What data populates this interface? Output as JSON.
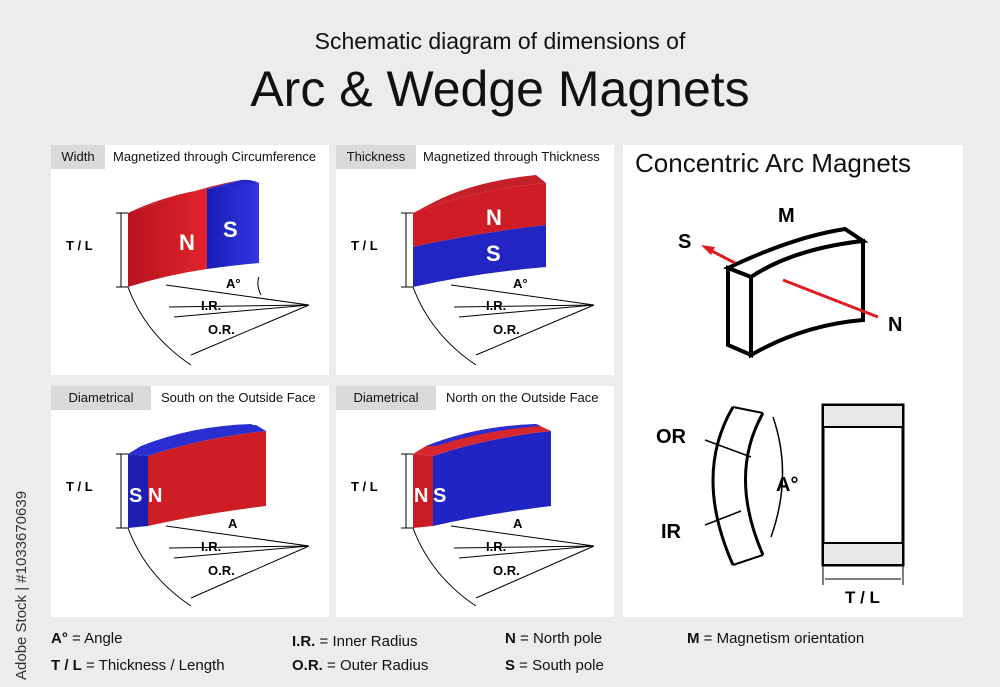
{
  "title": {
    "line1": "Schematic diagram of dimensions of",
    "line2": "Arc & Wedge Magnets"
  },
  "panels": [
    {
      "tag": "Width",
      "desc": "Magnetized through Circumference",
      "tl": "T / L",
      "angle": "A°",
      "ir": "I.R.",
      "or": "O.R.",
      "pole_left": "N",
      "pole_right": "S"
    },
    {
      "tag": "Thickness",
      "desc": "Magnetized through Thickness",
      "tl": "T / L",
      "angle": "A°",
      "ir": "I.R.",
      "or": "O.R.",
      "pole_top": "N",
      "pole_bottom": "S"
    },
    {
      "tag": "Diametrical",
      "desc": "South on the Outside Face",
      "tl": "T / L",
      "angle": "A",
      "ir": "I.R.",
      "or": "O.R.",
      "pole_left": "S",
      "pole_right": "N"
    },
    {
      "tag": "Diametrical",
      "desc": "North on the Outside Face",
      "tl": "T / L",
      "angle": "A",
      "ir": "I.R.",
      "or": "O.R.",
      "pole_left": "N",
      "pole_right": "S"
    }
  ],
  "concentric": {
    "title": "Concentric Arc Magnets",
    "m": "M",
    "s": "S",
    "n": "N",
    "or": "OR",
    "ir": "IR",
    "angle": "A°",
    "tl": "T / L"
  },
  "legend": [
    {
      "key": "A°",
      "text": " = Angle"
    },
    {
      "key": "T / L",
      "text": " = Thickness / Length"
    },
    {
      "key": "I.R.",
      "text": " = Inner Radius"
    },
    {
      "key": "O.R.",
      "text": " = Outer Radius"
    },
    {
      "key": "N",
      "text": " = North pole"
    },
    {
      "key": "S",
      "text": " = South pole"
    },
    {
      "key": "M",
      "text": " = Magnetism orientation"
    }
  ],
  "watermark": "Adobe Stock | #1033670639",
  "colors": {
    "north": "#d81e2a",
    "south": "#1f22c8",
    "arrow": "#e01b22"
  }
}
